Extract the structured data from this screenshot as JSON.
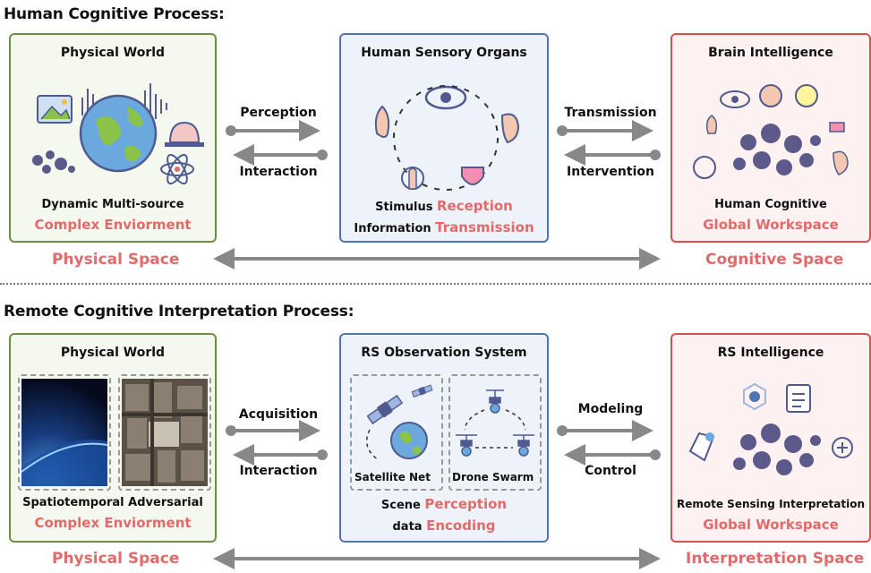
{
  "top": {
    "title": "Human Cognitive Process:",
    "left_box": {
      "title": "Physical World",
      "line1": "Dynamic Multi-source",
      "line2": "Complex Enviorment"
    },
    "mid_box": {
      "title": "Human Sensory Organs",
      "line1_a": "Stimulus",
      "line1_b": "Reception",
      "line2_a": "Information",
      "line2_b": "Transmission"
    },
    "right_box": {
      "title": "Brain Intelligence",
      "line1": "Human Cognitive",
      "line2": "Global Workspace"
    },
    "arrow1_top": "Perception",
    "arrow1_bottom": "Interaction",
    "arrow2_top": "Transmission",
    "arrow2_bottom": "Intervention",
    "space_left": "Physical Space",
    "space_right": "Cognitive Space"
  },
  "bottom": {
    "title": "Remote Cognitive Interpretation Process:",
    "left_box": {
      "title": "Physical World",
      "line1": "Spatiotemporal Adversarial",
      "line2": "Complex Enviorment"
    },
    "mid_box": {
      "title": "RS Observation System",
      "sub_left": "Satellite Net",
      "sub_right": "Drone Swarm",
      "line1_a": "Scene",
      "line1_b": "Perception",
      "line2_a": "data",
      "line2_b": "Encoding"
    },
    "right_box": {
      "title": "RS Intelligence",
      "line1": "Remote Sensing Interpretation",
      "line2": "Global Workspace"
    },
    "arrow1_top": "Acquisition",
    "arrow1_bottom": "Interaction",
    "arrow2_top": "Modeling",
    "arrow2_bottom": "Control",
    "space_left": "Physical Space",
    "space_right": "Interpretation Space"
  },
  "colors": {
    "green": "#6b8f45",
    "blue": "#4f75b5",
    "red": "#d9514e",
    "highlight": "#e16a6a",
    "arrow": "#888888",
    "icon": "#5b5a8a"
  }
}
